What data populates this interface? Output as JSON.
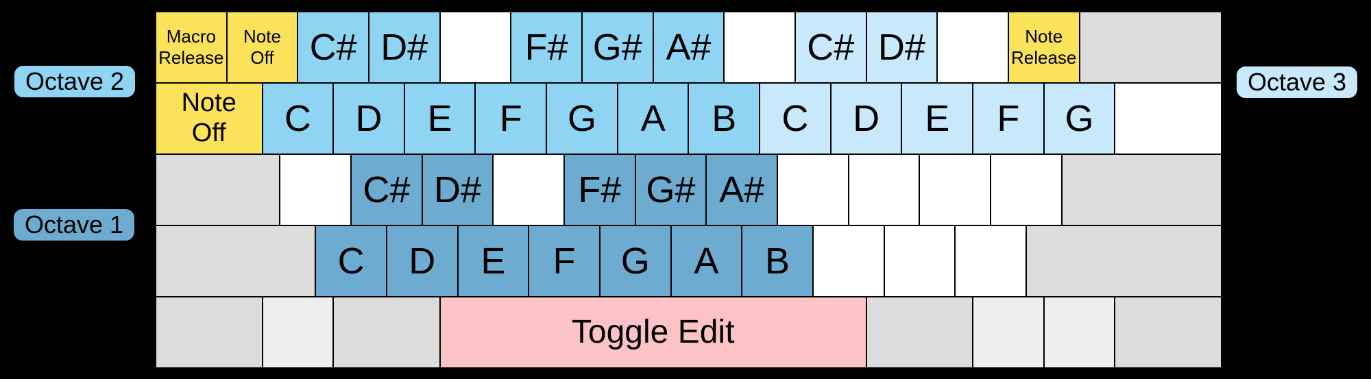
{
  "legend": {
    "octave_2": "Octave 2",
    "octave_1": "Octave 1",
    "octave_3": "Octave 3"
  },
  "colors": {
    "background": "#000000",
    "octave1": "#6DACD0",
    "octave2": "#8FD5F3",
    "octave3": "#C8E9FB",
    "yellow": "#FAE25B",
    "pink": "#FCC3C4",
    "gray": "#DCDCDC",
    "lightgray": "#EFEFEF",
    "white": "#FFFFFF",
    "border": "#000000",
    "text": "#000000"
  },
  "keyboard": {
    "rows": [
      {
        "keys": [
          {
            "name": "key-macro-release",
            "label": "Macro\nRelease",
            "color": "yellow",
            "w": 1,
            "fs": "small"
          },
          {
            "name": "key-note-off",
            "label": "Note\nOff",
            "color": "yellow",
            "w": 1,
            "fs": "small"
          },
          {
            "name": "key-c-sharp-octave2",
            "label": "C#",
            "color": "octave2",
            "w": 1,
            "fs": "note"
          },
          {
            "name": "key-d-sharp-octave2",
            "label": "D#",
            "color": "octave2",
            "w": 1,
            "fs": "note"
          },
          {
            "name": "key-blank",
            "label": "",
            "color": "white",
            "w": 1
          },
          {
            "name": "key-f-sharp-octave2",
            "label": "F#",
            "color": "octave2",
            "w": 1,
            "fs": "note"
          },
          {
            "name": "key-g-sharp-octave2",
            "label": "G#",
            "color": "octave2",
            "w": 1,
            "fs": "note"
          },
          {
            "name": "key-a-sharp-octave2",
            "label": "A#",
            "color": "octave2",
            "w": 1,
            "fs": "note"
          },
          {
            "name": "key-blank",
            "label": "",
            "color": "white",
            "w": 1
          },
          {
            "name": "key-c-sharp-octave3",
            "label": "C#",
            "color": "octave3",
            "w": 1,
            "fs": "note"
          },
          {
            "name": "key-d-sharp-octave3",
            "label": "D#",
            "color": "octave3",
            "w": 1,
            "fs": "note"
          },
          {
            "name": "key-blank",
            "label": "",
            "color": "white",
            "w": 1
          },
          {
            "name": "key-note-release",
            "label": "Note\nRelease",
            "color": "yellow",
            "w": 1,
            "fs": "small"
          },
          {
            "name": "key-backspace-unassigned",
            "label": "",
            "color": "gray",
            "w": 2
          }
        ]
      },
      {
        "keys": [
          {
            "name": "key-tab-note-off",
            "label": "Note\nOff",
            "color": "yellow",
            "w": 1.5,
            "fs": "tab"
          },
          {
            "name": "key-c-octave2",
            "label": "C",
            "color": "octave2",
            "w": 1,
            "fs": "note"
          },
          {
            "name": "key-d-octave2",
            "label": "D",
            "color": "octave2",
            "w": 1,
            "fs": "note"
          },
          {
            "name": "key-e-octave2",
            "label": "E",
            "color": "octave2",
            "w": 1,
            "fs": "note"
          },
          {
            "name": "key-f-octave2",
            "label": "F",
            "color": "octave2",
            "w": 1,
            "fs": "note"
          },
          {
            "name": "key-g-octave2",
            "label": "G",
            "color": "octave2",
            "w": 1,
            "fs": "note"
          },
          {
            "name": "key-a-octave2",
            "label": "A",
            "color": "octave2",
            "w": 1,
            "fs": "note"
          },
          {
            "name": "key-b-octave2",
            "label": "B",
            "color": "octave2",
            "w": 1,
            "fs": "note"
          },
          {
            "name": "key-c-octave3",
            "label": "C",
            "color": "octave3",
            "w": 1,
            "fs": "note"
          },
          {
            "name": "key-d-octave3",
            "label": "D",
            "color": "octave3",
            "w": 1,
            "fs": "note"
          },
          {
            "name": "key-e-octave3",
            "label": "E",
            "color": "octave3",
            "w": 1,
            "fs": "note"
          },
          {
            "name": "key-f-octave3",
            "label": "F",
            "color": "octave3",
            "w": 1,
            "fs": "note"
          },
          {
            "name": "key-g-octave3",
            "label": "G",
            "color": "octave3",
            "w": 1,
            "fs": "note"
          },
          {
            "name": "key-blank",
            "label": "",
            "color": "white",
            "w": 1.5
          }
        ]
      },
      {
        "keys": [
          {
            "name": "key-capslock-unassigned",
            "label": "",
            "color": "gray",
            "w": 1.75
          },
          {
            "name": "key-blank",
            "label": "",
            "color": "white",
            "w": 1
          },
          {
            "name": "key-c-sharp-octave1",
            "label": "C#",
            "color": "octave1",
            "w": 1,
            "fs": "note"
          },
          {
            "name": "key-d-sharp-octave1",
            "label": "D#",
            "color": "octave1",
            "w": 1,
            "fs": "note"
          },
          {
            "name": "key-blank",
            "label": "",
            "color": "white",
            "w": 1
          },
          {
            "name": "key-f-sharp-octave1",
            "label": "F#",
            "color": "octave1",
            "w": 1,
            "fs": "note"
          },
          {
            "name": "key-g-sharp-octave1",
            "label": "G#",
            "color": "octave1",
            "w": 1,
            "fs": "note"
          },
          {
            "name": "key-a-sharp-octave1",
            "label": "A#",
            "color": "octave1",
            "w": 1,
            "fs": "note"
          },
          {
            "name": "key-blank",
            "label": "",
            "color": "white",
            "w": 1
          },
          {
            "name": "key-blank",
            "label": "",
            "color": "white",
            "w": 1
          },
          {
            "name": "key-blank",
            "label": "",
            "color": "white",
            "w": 1
          },
          {
            "name": "key-blank",
            "label": "",
            "color": "white",
            "w": 1
          },
          {
            "name": "key-enter-unassigned",
            "label": "",
            "color": "gray",
            "w": 2.25
          }
        ]
      },
      {
        "keys": [
          {
            "name": "key-lshift-unassigned",
            "label": "",
            "color": "gray",
            "w": 2.25
          },
          {
            "name": "key-c-octave1",
            "label": "C",
            "color": "octave1",
            "w": 1,
            "fs": "note"
          },
          {
            "name": "key-d-octave1",
            "label": "D",
            "color": "octave1",
            "w": 1,
            "fs": "note"
          },
          {
            "name": "key-e-octave1",
            "label": "E",
            "color": "octave1",
            "w": 1,
            "fs": "note"
          },
          {
            "name": "key-f-octave1",
            "label": "F",
            "color": "octave1",
            "w": 1,
            "fs": "note"
          },
          {
            "name": "key-g-octave1",
            "label": "G",
            "color": "octave1",
            "w": 1,
            "fs": "note"
          },
          {
            "name": "key-a-octave1",
            "label": "A",
            "color": "octave1",
            "w": 1,
            "fs": "note"
          },
          {
            "name": "key-b-octave1",
            "label": "B",
            "color": "octave1",
            "w": 1,
            "fs": "note"
          },
          {
            "name": "key-blank",
            "label": "",
            "color": "white",
            "w": 1
          },
          {
            "name": "key-blank",
            "label": "",
            "color": "white",
            "w": 1
          },
          {
            "name": "key-blank",
            "label": "",
            "color": "white",
            "w": 1
          },
          {
            "name": "key-rshift-unassigned",
            "label": "",
            "color": "gray",
            "w": 2.75
          }
        ]
      },
      {
        "keys": [
          {
            "name": "key-ctrl-left-unassigned",
            "label": "",
            "color": "gray",
            "w": 1.5
          },
          {
            "name": "key-meta-left-unassigned",
            "label": "",
            "color": "lightgray",
            "w": 1
          },
          {
            "name": "key-alt-left-unassigned",
            "label": "",
            "color": "gray",
            "w": 1.5
          },
          {
            "name": "key-space-toggle-edit",
            "label": "Toggle Edit",
            "color": "pink",
            "w": 6,
            "fs": "space"
          },
          {
            "name": "key-alt-right-unassigned",
            "label": "",
            "color": "gray",
            "w": 1.5
          },
          {
            "name": "key-meta-right-unassigned",
            "label": "",
            "color": "lightgray",
            "w": 1
          },
          {
            "name": "key-menu-unassigned",
            "label": "",
            "color": "lightgray",
            "w": 1
          },
          {
            "name": "key-ctrl-right-unassigned",
            "label": "",
            "color": "gray",
            "w": 1.5
          }
        ]
      }
    ]
  }
}
